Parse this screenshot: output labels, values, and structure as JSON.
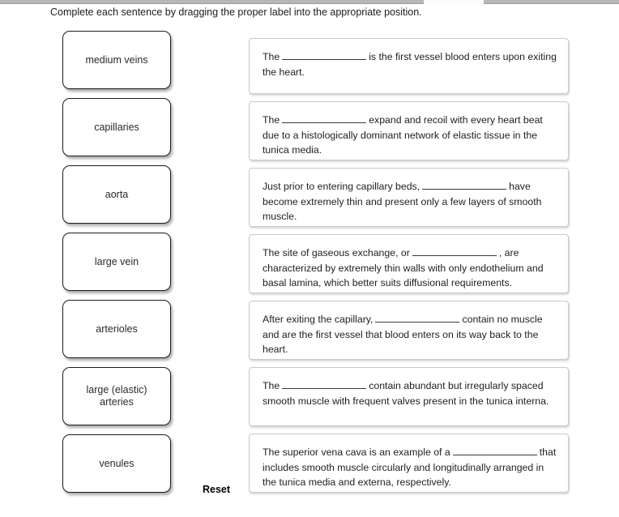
{
  "browser": {
    "strip_label": "",
    "tab_stub_label": ""
  },
  "instruction": "Complete each sentence by dragging the proper label into the appropriate position.",
  "label_bank": {
    "items": [
      {
        "label": "medium veins"
      },
      {
        "label": "capillaries"
      },
      {
        "label": "aorta"
      },
      {
        "label": "large vein"
      },
      {
        "label": "arterioles"
      },
      {
        "label": "large (elastic) arteries"
      },
      {
        "label": "venules"
      }
    ]
  },
  "sentences": [
    {
      "before": "The",
      "blank_value": "",
      "after": "is the first vessel blood enters upon exiting the heart.",
      "lines": 2
    },
    {
      "before": "The",
      "blank_value": "",
      "after": "expand and recoil with every heart beat due to a histologically dominant network of elastic tissue in the tunica media.",
      "lines": 3
    },
    {
      "before": "Just prior to entering capillary beds,",
      "blank_value": "",
      "after": "have become extremely thin and present only a few layers of smooth muscle.",
      "lines": 3
    },
    {
      "before": "The site of gaseous exchange, or",
      "blank_value": "",
      "after": ", are characterized by extremely thin walls with only endothelium and basal lamina, which better suits diffusional requirements.",
      "lines": 3
    },
    {
      "before": "After exiting the capillary,",
      "blank_value": "",
      "after": "contain no muscle and are the first vessel that blood enters on its way back to the heart.",
      "lines": 3
    },
    {
      "before": "The",
      "blank_value": "",
      "after": "contain abundant but irregularly spaced smooth muscle with frequent valves present in the tunica interna.",
      "lines": 3
    },
    {
      "before": "The superior vena cava is an example of a",
      "blank_value": "",
      "after": "that includes smooth muscle circularly and longitudinally arranged in the tunica media and externa, respectively.",
      "lines": 3
    }
  ],
  "reset": {
    "label": "Reset"
  },
  "colors": {
    "page_background": "#ffffff",
    "label_border": "#1d1d1d",
    "sentence_border": "#c9c9c9",
    "text": "#1e1e1e",
    "browser_strip": "#b6b6bb"
  }
}
